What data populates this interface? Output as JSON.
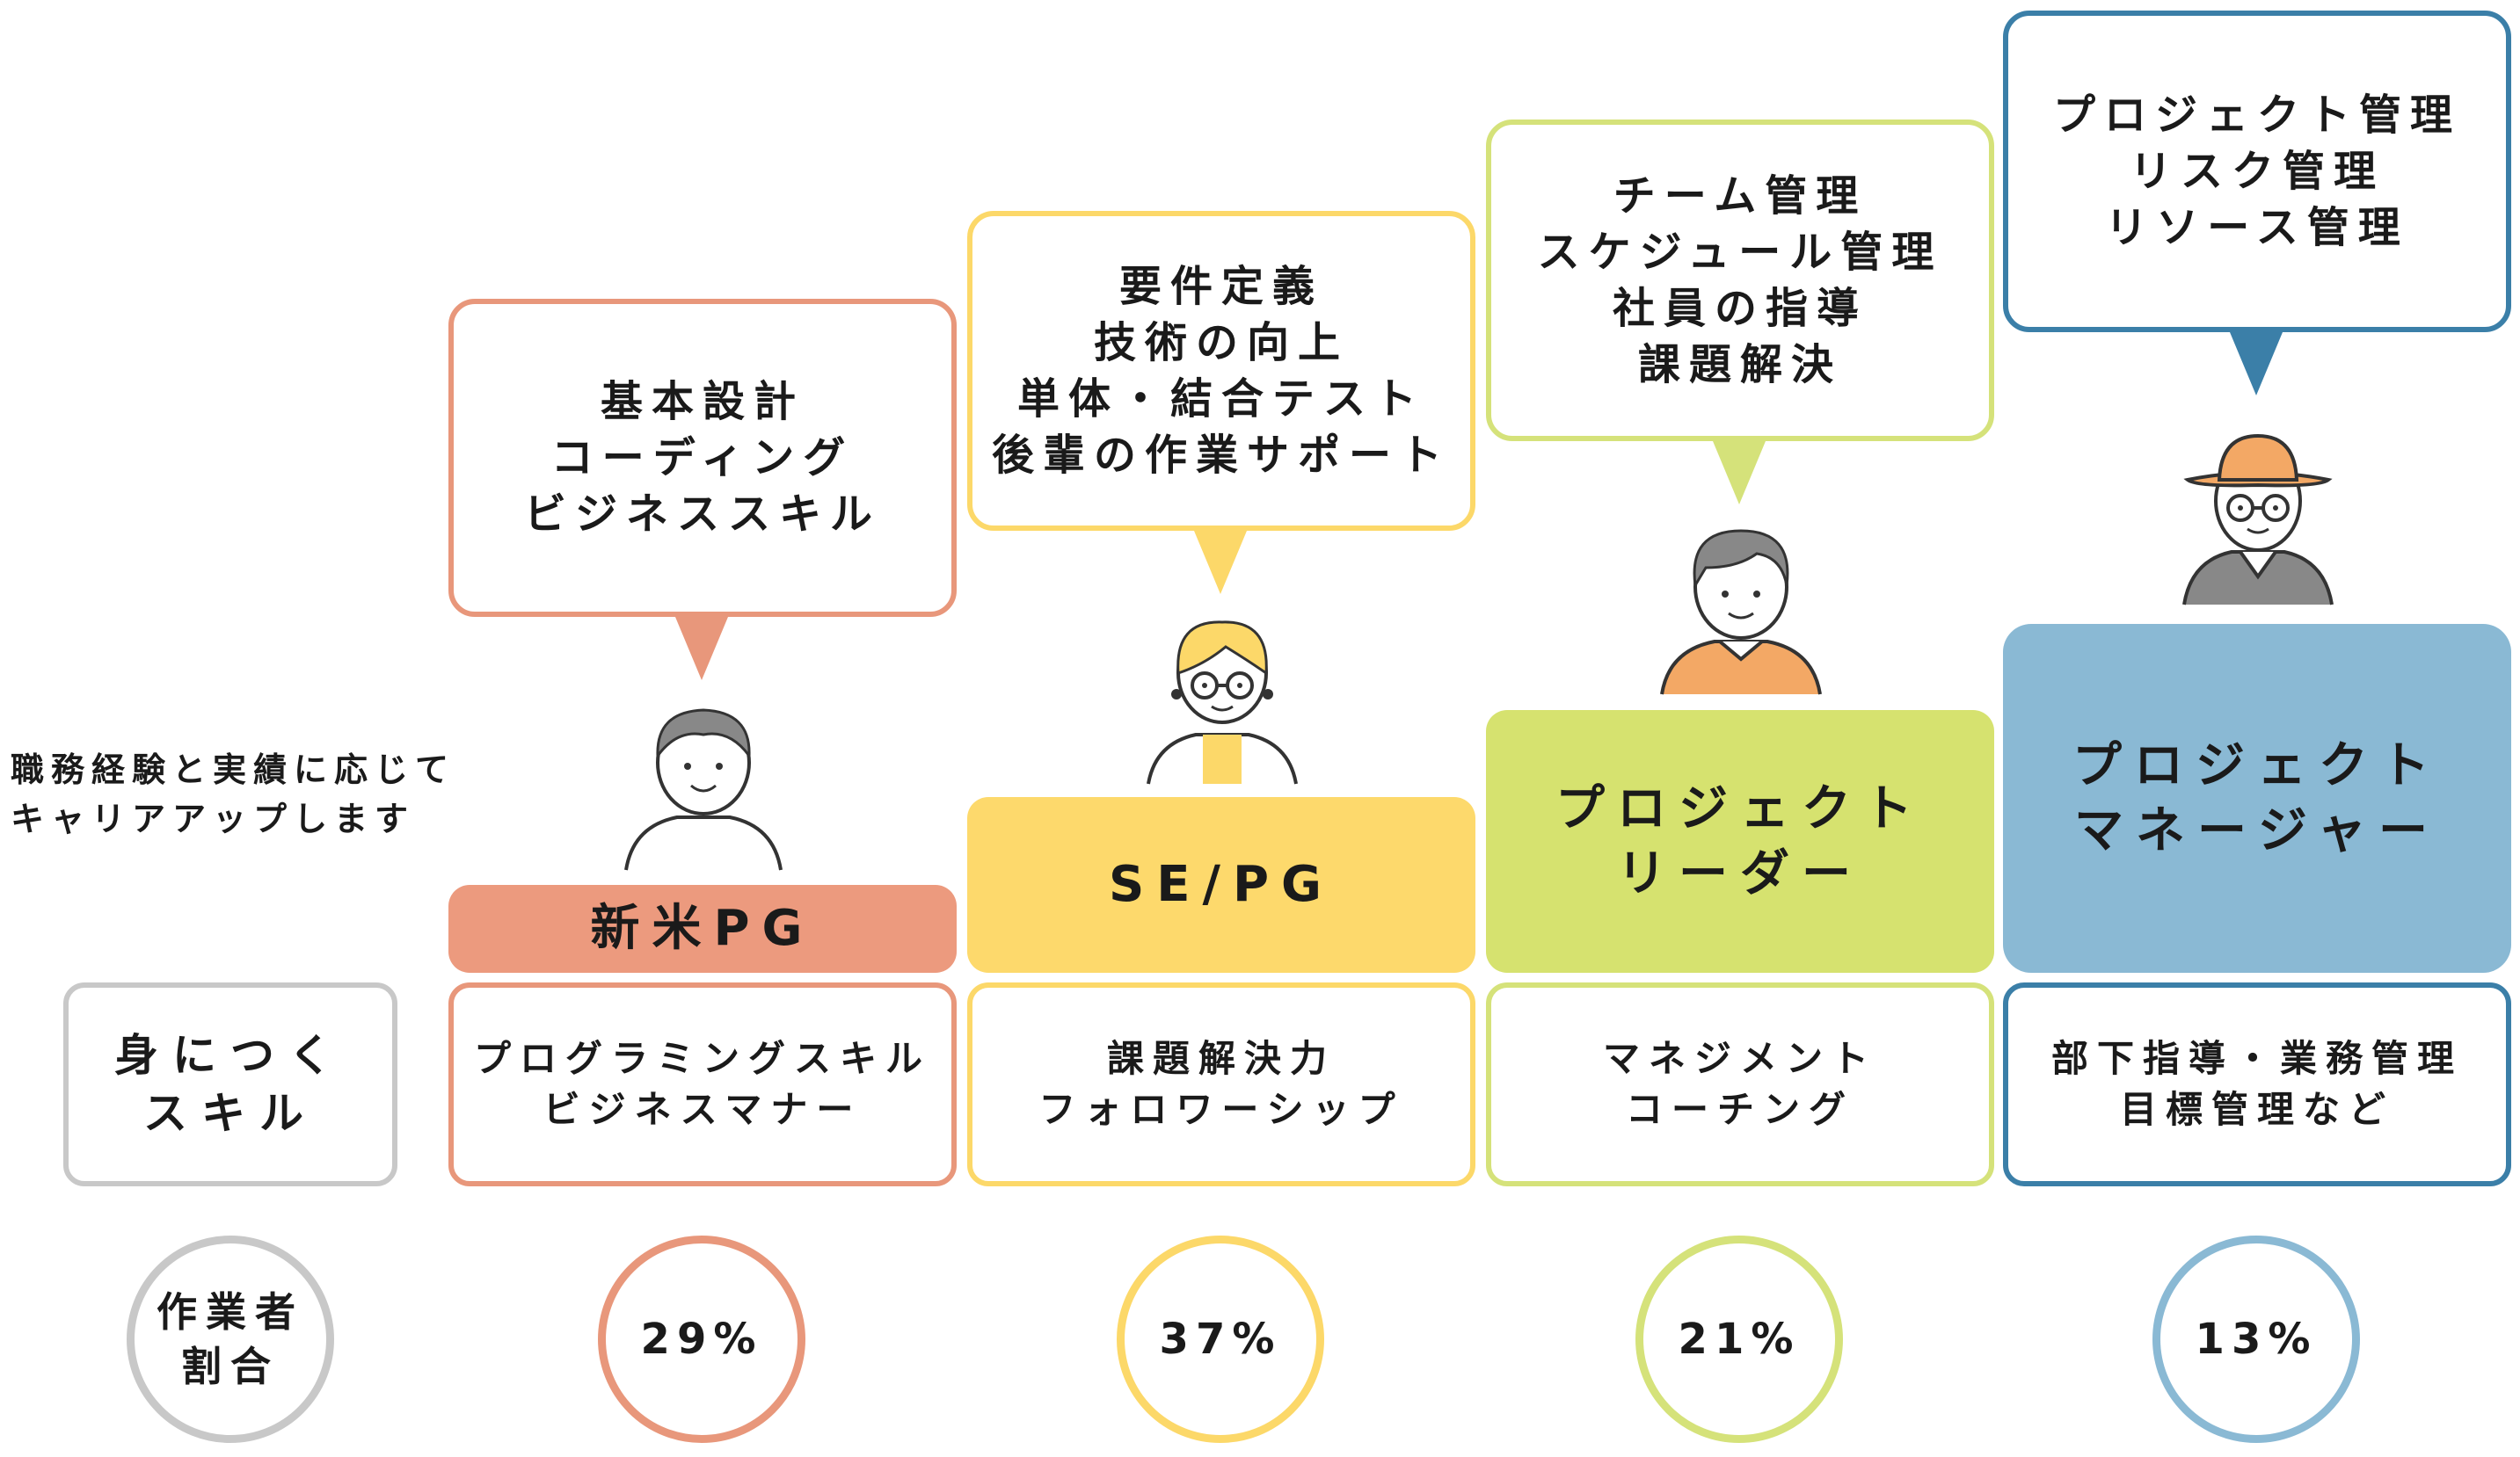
{
  "intro": "職務経験と実績に応じて\nキャリアアップします",
  "labels": {
    "skill_header": "身につく\nスキル",
    "ratio_header": "作業者\n割合"
  },
  "colors": {
    "gray": "#c8c8c8",
    "new_pg": "#e8977b",
    "new_pg_fill": "#ec9a7e",
    "se_pg": "#fcd869",
    "se_pg_fill": "#fdd96c",
    "leader": "#d5e27a",
    "leader_fill": "#d6e26f",
    "manager": "#3b7fa8",
    "manager_fill": "#8ab9d4",
    "manager_circle": "#8ab9d4"
  },
  "roles": [
    {
      "id": "new-pg",
      "bubble": "基本設計\nコーディング\nビジネススキル",
      "title": "新米PG",
      "skills": "プログラミングスキル\nビジネスマナー",
      "ratio": "29%",
      "avatar": "young-boy-icon"
    },
    {
      "id": "se-pg",
      "bubble": "要件定義\n技術の向上\n単体・結合テスト\n後輩の作業サポート",
      "title": "SE/PG",
      "skills": "課題解決力\nフォロワーシップ",
      "ratio": "37%",
      "avatar": "woman-glasses-icon"
    },
    {
      "id": "leader",
      "bubble": "チーム管理\nスケジュール管理\n社員の指導\n課題解決",
      "title": "プロジェクト\nリーダー",
      "skills": "マネジメント\nコーチング",
      "ratio": "21%",
      "avatar": "man-sweater-icon"
    },
    {
      "id": "manager",
      "bubble": "プロジェクト管理\nリスク管理\nリソース管理",
      "title": "プロジェクト\nマネージャー",
      "skills": "部下指導・業務管理\n目標管理など",
      "ratio": "13%",
      "avatar": "senior-hat-glasses-icon"
    }
  ]
}
